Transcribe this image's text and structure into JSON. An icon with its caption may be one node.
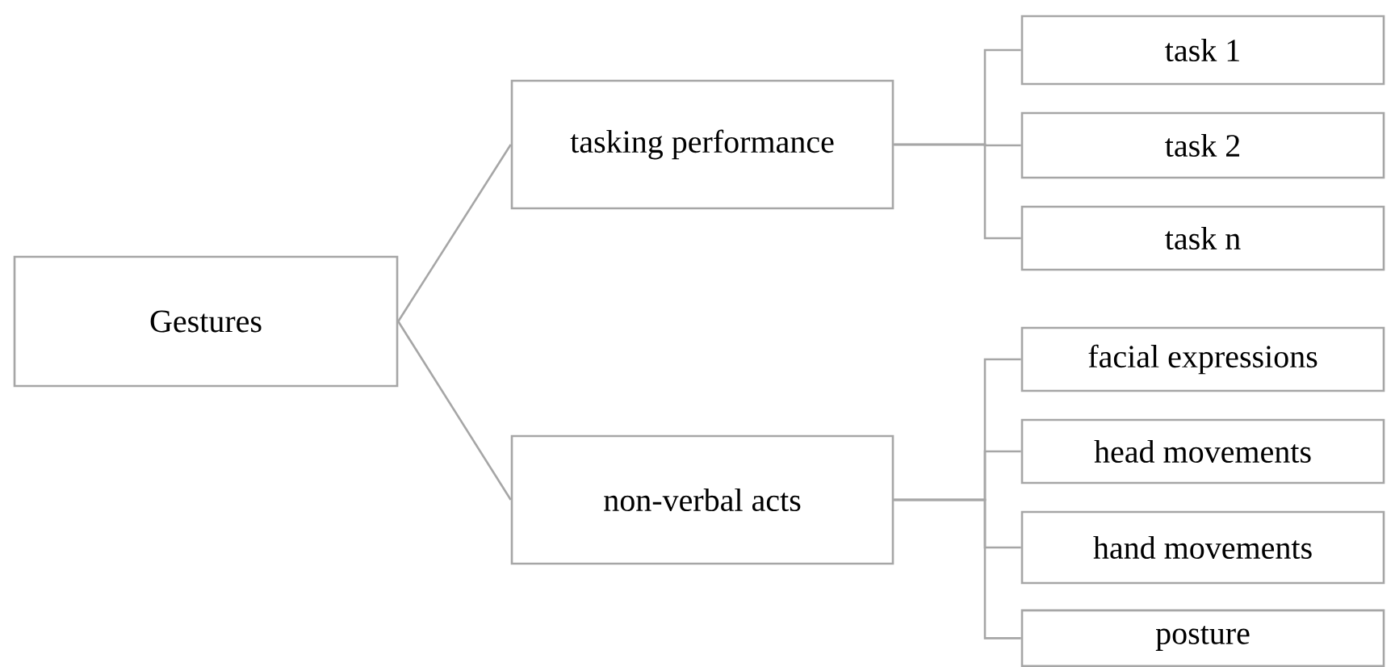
{
  "diagram": {
    "nodes": [
      {
        "text": [
          "Gestures"
        ]
      },
      {
        "text": [
          "tasking performance"
        ]
      },
      {
        "text": [
          "non-verbal acts"
        ]
      },
      {
        "text": [
          "task 1"
        ]
      },
      {
        "text": [
          "task 2"
        ]
      },
      {
        "text": [
          "task n"
        ]
      },
      {
        "text": [
          "facial expressions"
        ]
      },
      {
        "text": [
          "head movements"
        ]
      },
      {
        "text": [
          "hand movements"
        ]
      },
      {
        "text": [
          "posture"
        ]
      }
    ],
    "edges": [
      {
        "from": 0,
        "to": 1,
        "arrow": "none"
      },
      {
        "from": 0,
        "to": 2,
        "arrow": "none"
      },
      {
        "from": 1,
        "to": 3,
        "arrow": "none"
      },
      {
        "from": 1,
        "to": 4,
        "arrow": "none"
      },
      {
        "from": 1,
        "to": 5,
        "arrow": "none"
      },
      {
        "from": 2,
        "to": 6,
        "arrow": "none"
      },
      {
        "from": 2,
        "to": 7,
        "arrow": "none"
      },
      {
        "from": 2,
        "to": 8,
        "arrow": "none"
      },
      {
        "from": 2,
        "to": 9,
        "arrow": "none"
      }
    ]
  }
}
